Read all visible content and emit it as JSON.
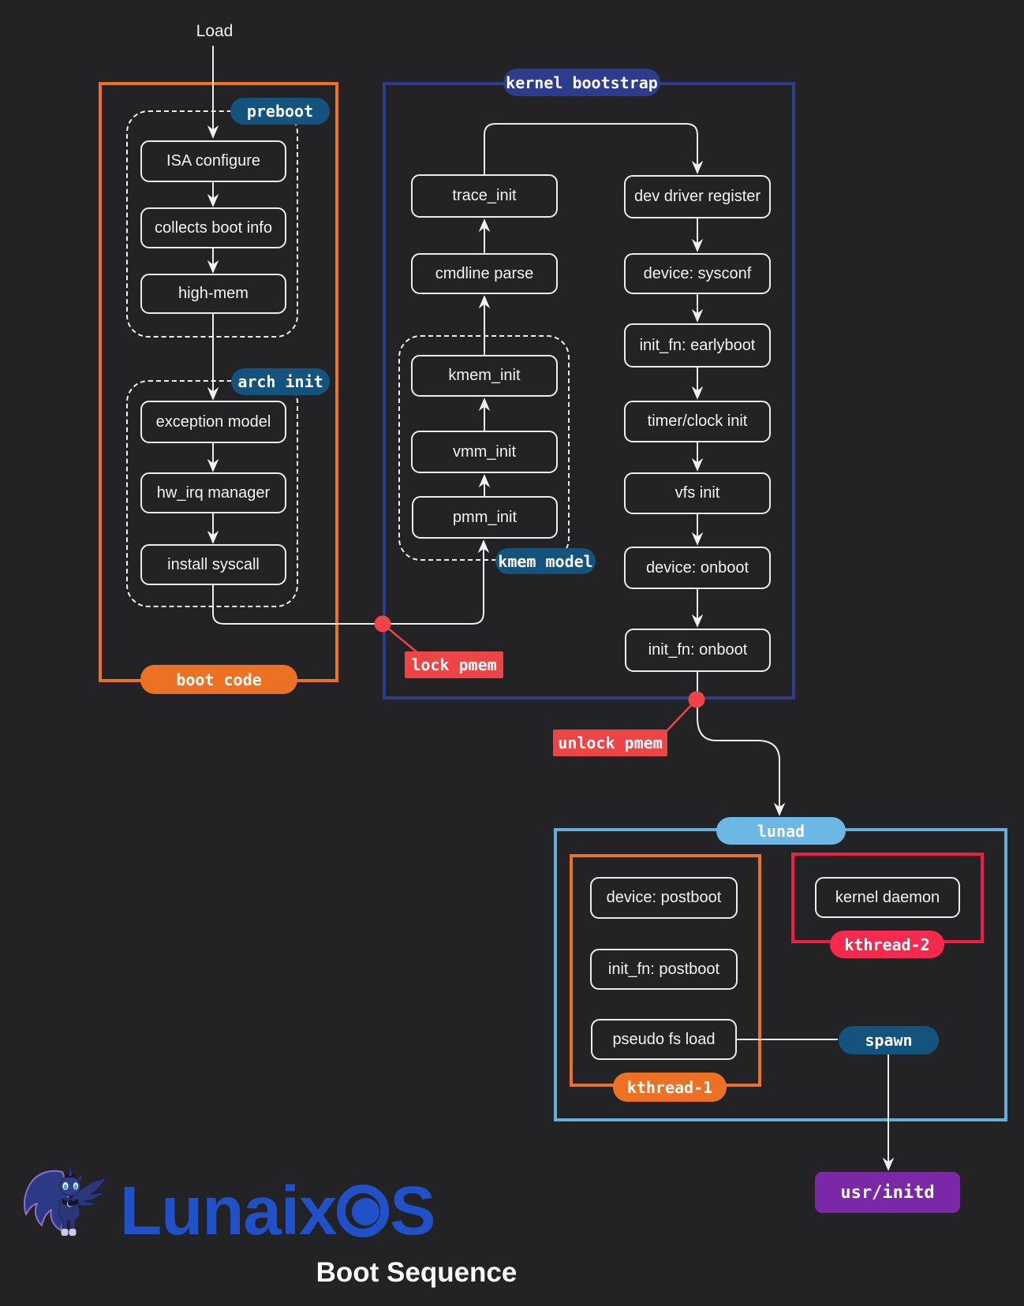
{
  "start_label": "Load",
  "nodes": {
    "isa_configure": "ISA configure",
    "collects_boot_info": "collects boot info",
    "high_mem": "high-mem",
    "exception_model": "exception model",
    "hw_irq_manager": "hw_irq manager",
    "install_syscall": "install syscall",
    "trace_init": "trace_init",
    "cmdline_parse": "cmdline parse",
    "kmem_init": "kmem_init",
    "vmm_init": "vmm_init",
    "pmm_init": "pmm_init",
    "dev_driver_register": "dev driver register",
    "device_sysconf": "device: sysconf",
    "init_fn_earlyboot": "init_fn: earlyboot",
    "timer_clock_init": "timer/clock init",
    "vfs_init": "vfs init",
    "device_onboot": "device: onboot",
    "init_fn_onboot": "init_fn: onboot",
    "device_postboot": "device: postboot",
    "init_fn_postboot": "init_fn: postboot",
    "pseudo_fs_load": "pseudo fs load",
    "kernel_daemon": "kernel daemon",
    "usr_initd": "usr/initd"
  },
  "labels": {
    "preboot": "preboot",
    "arch_init": "arch init",
    "boot_code": "boot code",
    "kernel_bootstrap": "kernel bootstrap",
    "kmem_model": "kmem model",
    "lock_pmem": "lock pmem",
    "unlock_pmem": "unlock pmem",
    "lunad": "lunad",
    "kthread_1": "kthread-1",
    "kthread_2": "kthread-2",
    "spawn": "spawn"
  },
  "logo": {
    "name": "LunaixOS",
    "name_prefix": "Lunaix",
    "name_suffix": "S",
    "subtitle": "Boot Sequence"
  },
  "colors": {
    "background": "#232326",
    "edge": "#ECECEC",
    "node_border": "#ECECEC",
    "orange": "#ED7124",
    "indigo": "#2E3C8E",
    "teal_blue_pill": "#14537E",
    "light_blue_border": "#62AEDD",
    "light_blue_pill": "#6CB7E3",
    "crimson_border": "#F01E46",
    "crimson_pill": "#F7294E",
    "red_annotation": "#EF4446",
    "purple_node": "#7B28A8",
    "brand_blue": "#2151C8"
  }
}
